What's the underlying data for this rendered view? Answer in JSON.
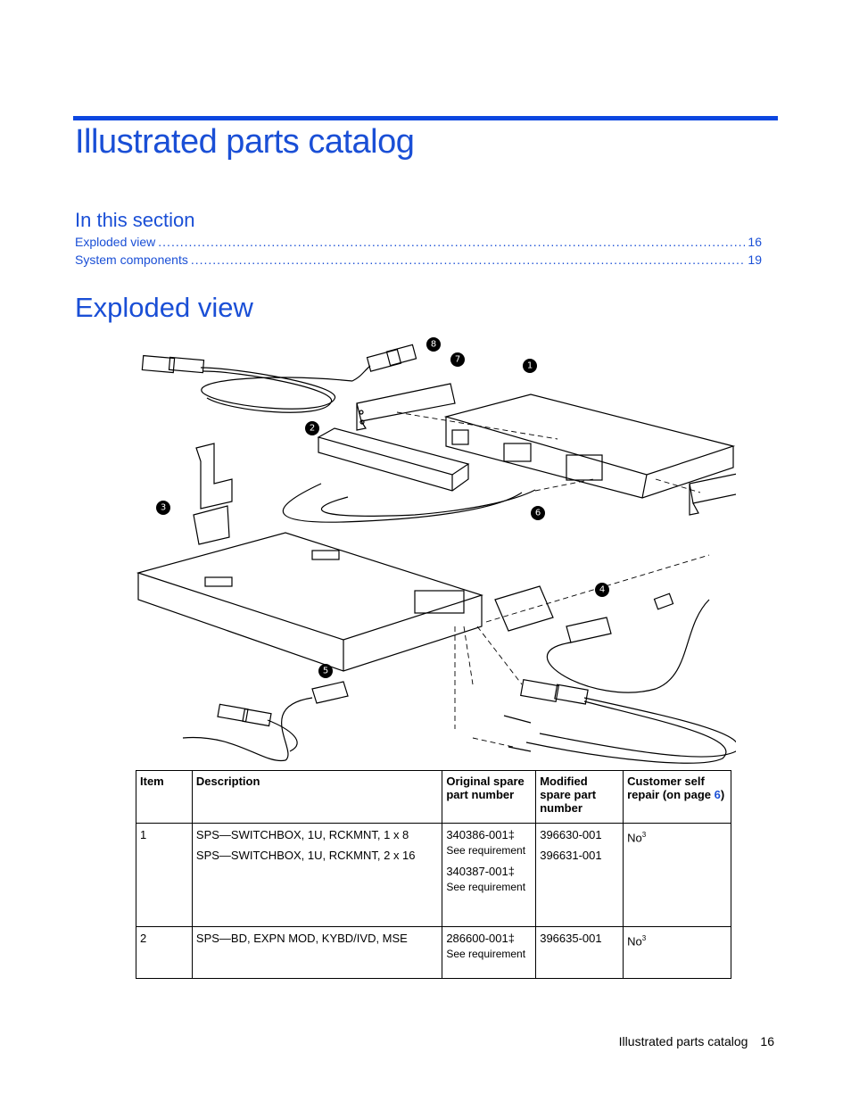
{
  "chapter_title": "Illustrated parts catalog",
  "in_this_section": {
    "heading": "In this section",
    "entries": [
      {
        "label": "Exploded view",
        "page": "16"
      },
      {
        "label": "System components",
        "page": "19"
      }
    ]
  },
  "section_title": "Exploded view",
  "figure": {
    "callouts": [
      "1",
      "2",
      "3",
      "4",
      "5",
      "6",
      "7",
      "7",
      "7",
      "8"
    ]
  },
  "table": {
    "headers": {
      "item": "Item",
      "description": "Description",
      "original": "Original spare part number",
      "modified": "Modified spare part number",
      "csr_prefix": "Customer self repair (on page ",
      "csr_link": "6",
      "csr_suffix": ")"
    },
    "rows": [
      {
        "item": "1",
        "descriptions": [
          "SPS—SWITCHBOX, 1U, RCKMNT, 1 x 8",
          "SPS—SWITCHBOX, 1U, RCKMNT, 2 x 16"
        ],
        "originals": [
          {
            "number": "340386-001‡",
            "note": "See requirement"
          },
          {
            "number": "340387-001‡",
            "note": "See requirement"
          }
        ],
        "modifieds": [
          "396630-001",
          "396631-001"
        ],
        "csr": "No",
        "csr_note": "3"
      },
      {
        "item": "2",
        "descriptions": [
          "SPS—BD, EXPN MOD, KYBD/IVD, MSE"
        ],
        "originals": [
          {
            "number": "286600-001‡",
            "note": "See requirement"
          }
        ],
        "modifieds": [
          "396635-001"
        ],
        "csr": "No",
        "csr_note": "3"
      }
    ]
  },
  "footer": {
    "section": "Illustrated parts catalog",
    "page": "16"
  }
}
